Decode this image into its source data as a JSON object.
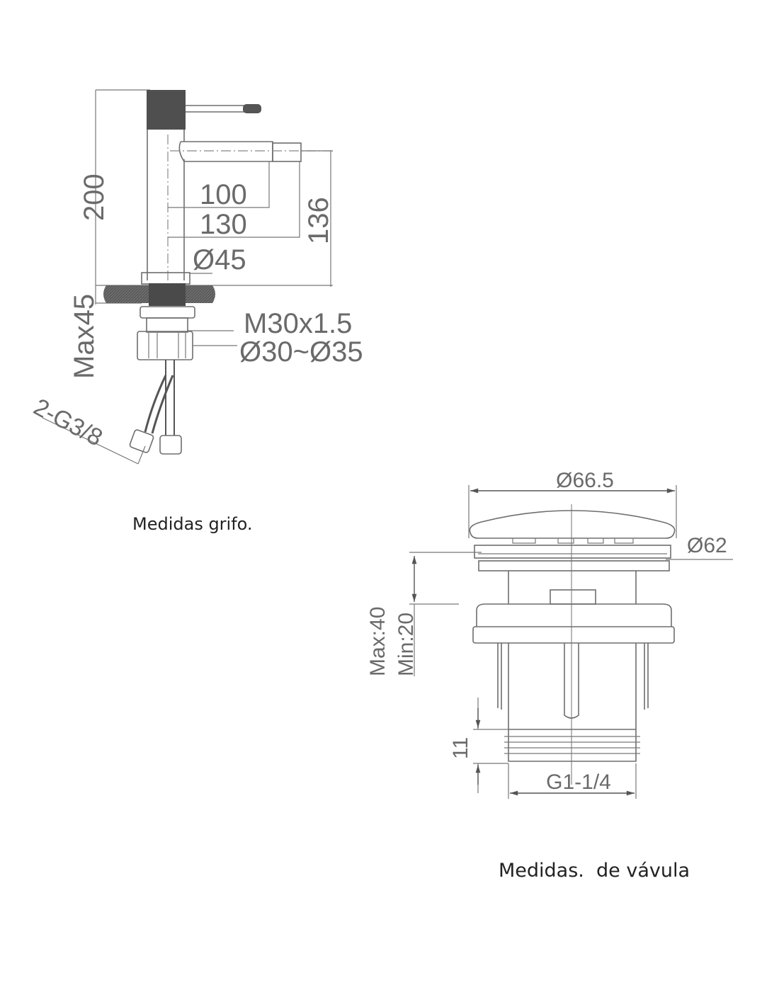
{
  "faucet": {
    "caption": "Medidas grifo.",
    "dims": {
      "height": "200",
      "spout_reach": "100",
      "spout_length": "130",
      "spout_height": "136",
      "body_diameter": "Ø45",
      "max_counter_thickness": "Max45",
      "thread": "M30x1.5",
      "hole_diameter": "Ø30~Ø35",
      "hose_connection": "2-G3/8"
    }
  },
  "valve": {
    "caption": "Medidas.  de vávula",
    "dims": {
      "cap_diameter": "Ø66.5",
      "flange_diameter": "Ø62",
      "max": "Max:40",
      "min": "Min:20",
      "thread_length": "11",
      "thread": "G1-1/4"
    }
  },
  "colors": {
    "line": "#6e6e6e",
    "dark_fill": "#4f4f4f",
    "text": "#222222"
  }
}
